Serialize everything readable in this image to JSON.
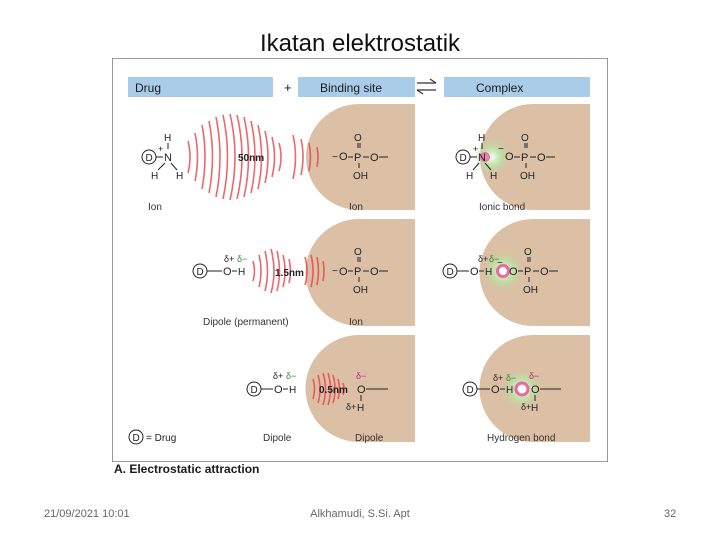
{
  "slide": {
    "title": "Ikatan elektrostatik",
    "footer_date": "21/09/2021 10:01",
    "footer_author": "Alkhamudi, S.Si. Apt",
    "footer_page": "32"
  },
  "figure": {
    "caption": "A. Electrostatic attraction",
    "headers": {
      "drug": "Drug",
      "plus": "+",
      "binding_site": "Binding site",
      "complex": "Complex"
    },
    "legend": {
      "d": "D",
      "text": "= Drug"
    },
    "colors": {
      "header_bg": "#a9cde8",
      "site_bg": "#dcc0a6",
      "field": "#e8414a",
      "glow": "#a8db8e",
      "charge": "#e86aa0"
    },
    "rows": [
      {
        "distance": "50nm",
        "drug_label": "Ion",
        "site_label": "Ion",
        "bond_label": "Ionic bond",
        "drug_atoms": {
          "d": "D",
          "plus": "+",
          "n": "N",
          "h": "H"
        },
        "site_atoms": {
          "minus": "−",
          "o": "O",
          "p": "P",
          "oh": "OH"
        }
      },
      {
        "distance": "1.5nm",
        "drug_label": "Dipole (permanent)",
        "site_label": "Ion",
        "bond_label": "",
        "drug_atoms": {
          "d": "D",
          "o": "O",
          "h": "H",
          "dplus": "δ+",
          "dminus": "δ−"
        },
        "site_atoms": {
          "minus": "−",
          "o": "O",
          "p": "P",
          "oh": "OH"
        }
      },
      {
        "distance": "0.5nm",
        "drug_label": "Dipole",
        "site_label": "Dipole",
        "bond_label": "Hydrogen bond",
        "drug_atoms": {
          "d": "D",
          "o": "O",
          "h": "H",
          "dplus": "δ+",
          "dminus": "δ−"
        },
        "site_atoms": {
          "dminus": "δ−",
          "o": "O",
          "dplus": "δ+",
          "h": "H"
        }
      }
    ]
  }
}
